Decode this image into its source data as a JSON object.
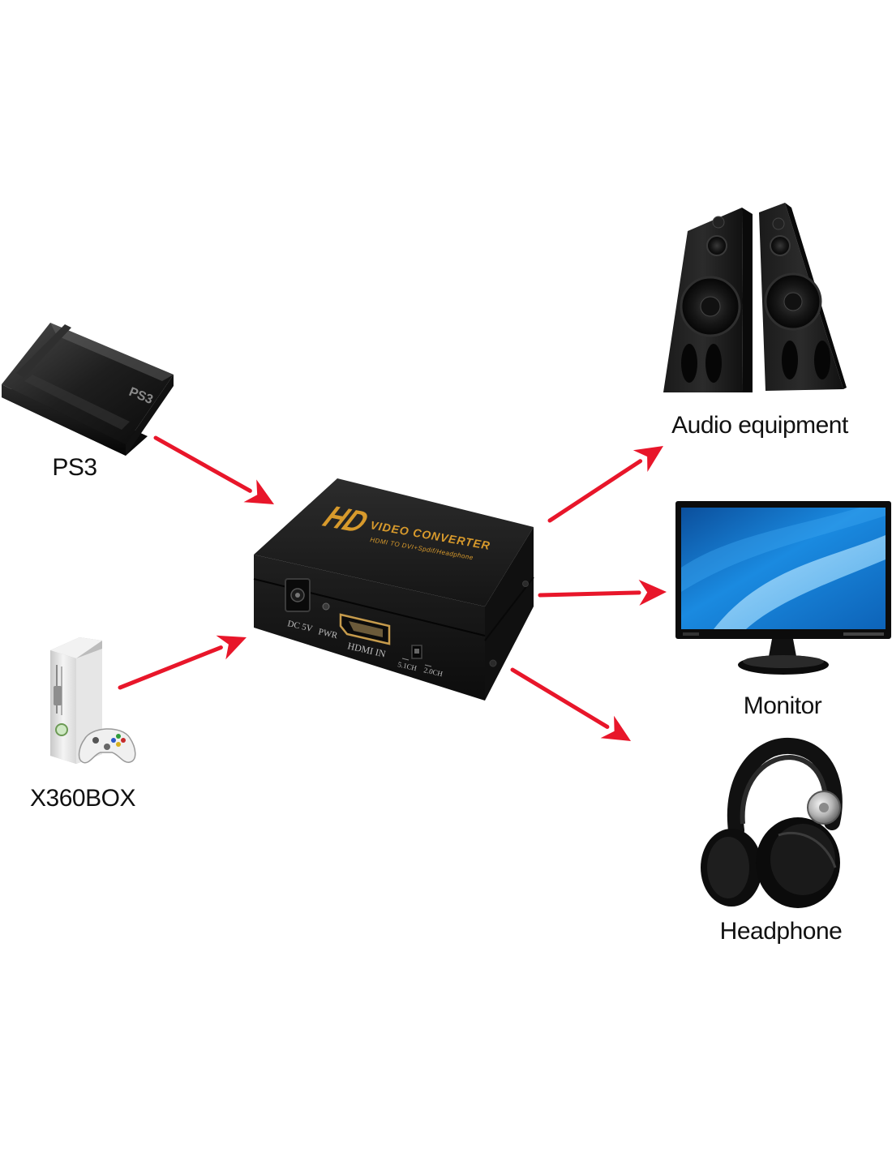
{
  "converter": {
    "logo": "HD",
    "title": "VIDEO CONVERTER",
    "subtitle": "HDMI TO DVI+Spdif/Headphone",
    "ports": {
      "dc": "DC 5V",
      "pwr": "PWR",
      "hdmi": "HDMI IN",
      "ch51": "5.1CH",
      "ch20": "2.0CH"
    }
  },
  "sources": [
    {
      "label": "PS3",
      "badge": "PS3"
    },
    {
      "label": "X360BOX"
    }
  ],
  "outputs": [
    {
      "label": "Audio equipment"
    },
    {
      "label": "Monitor"
    },
    {
      "label": "Headphone"
    }
  ],
  "colors": {
    "arrow": "#e8162a",
    "box": "#1c1c1c",
    "logo": "#d89a2c",
    "screen": "#1a7fd0"
  }
}
